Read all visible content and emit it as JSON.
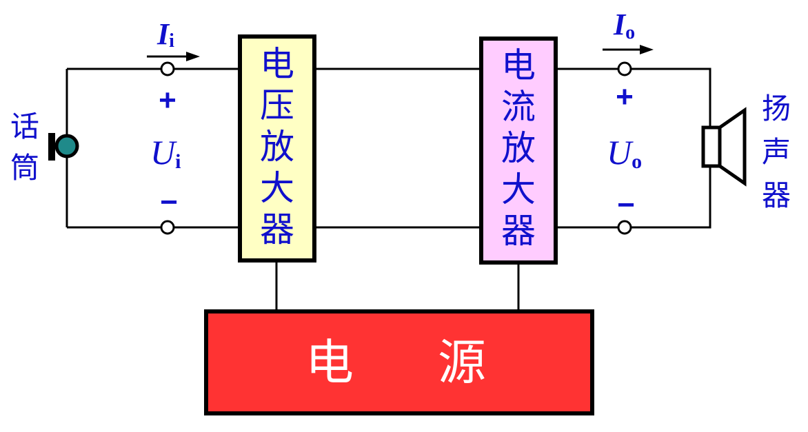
{
  "colors": {
    "label_text": "#1010cc",
    "voltage_amp_fill": "#ffffc4",
    "current_amp_fill": "#ffccff",
    "power_fill": "#ff3333",
    "power_text": "#ffffff",
    "microphone_fill": "#1f8a8a"
  },
  "input": {
    "device_label": [
      "话",
      "筒"
    ],
    "current_symbol": "I",
    "current_subscript": "i",
    "plus": "+",
    "minus": "−",
    "voltage_symbol": "U",
    "voltage_subscript": "i"
  },
  "voltage_amplifier": {
    "label": [
      "电",
      "压",
      "放",
      "大",
      "器"
    ]
  },
  "current_amplifier": {
    "label": [
      "电",
      "流",
      "放",
      "大",
      "器"
    ]
  },
  "output": {
    "device_label": [
      "扬",
      "声",
      "器"
    ],
    "current_symbol": "I",
    "current_subscript": "o",
    "plus": "+",
    "minus": "−",
    "voltage_symbol": "U",
    "voltage_subscript": "o"
  },
  "power_supply": {
    "label_left": "电",
    "label_right": "源"
  }
}
